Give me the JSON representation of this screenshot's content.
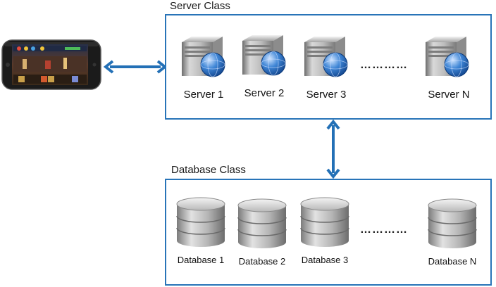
{
  "server_class": {
    "title": "Server Class",
    "servers": [
      {
        "label": "Server 1"
      },
      {
        "label": "Server 2"
      },
      {
        "label": "Server 3"
      },
      {
        "label": "Server N"
      }
    ],
    "ellipsis": "…………"
  },
  "database_class": {
    "title": "Database Class",
    "databases": [
      {
        "label": "Database 1"
      },
      {
        "label": "Database 2"
      },
      {
        "label": "Database 3"
      },
      {
        "label": "Database N"
      }
    ],
    "ellipsis": "…………"
  },
  "colors": {
    "accent": "#2874b8",
    "arrow": "#2370b6"
  }
}
